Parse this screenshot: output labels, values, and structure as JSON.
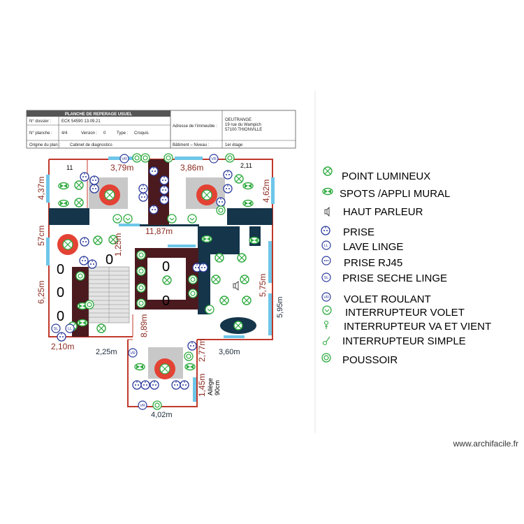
{
  "title_block": {
    "header": "PLANCHE DE REPERAGE USUEL",
    "dossier_label": "N° dossier :",
    "dossier_value": "ECK 54590  13.09.21",
    "planche_label": "N° planche :",
    "planche_value": "4/4",
    "version_label": "Version :",
    "version_value": "0",
    "type_label": "Type :",
    "type_value": "Croquis",
    "origine_label": "Origine du plan :",
    "origine_value": "Cabinet de diagnostics",
    "adresse_label": "Adresse de l'immeuble :",
    "adresse_line1": "OEUTRANGE",
    "adresse_line2": "19 rue du Wampich",
    "adresse_line3": "57100 THIONVILLE",
    "batiment_label": "Bâtiment – Niveau :",
    "batiment_value": "1er étage"
  },
  "dimensions": {
    "d1": "3,79m",
    "d2": "3,86m",
    "d3": "4,37m",
    "d4": "4,62m",
    "d5": "57cm",
    "d6": "11,87m",
    "d7": "1,25m",
    "d8": "6,25m",
    "d9": "5,75m",
    "d10": "5,95m",
    "d11": "2,10m",
    "d12": "2,25m",
    "d13": "8,89m",
    "d14": "2,77m",
    "d15": "3,60m",
    "d16": "1,45m",
    "d17": "4,02m",
    "d18": "11",
    "d19": "2,11"
  },
  "annotations": {
    "allege_label": "Allège",
    "allege_value": "90cm",
    "zero": "0"
  },
  "legend": {
    "items": [
      {
        "label": "POINT LUMINEUX",
        "icon": "point-lumineux-icon"
      },
      {
        "label": "SPOTS /APPLI MURAL",
        "icon": "spots-applique-icon"
      },
      {
        "label": "HAUT PARLEUR",
        "icon": "haut-parleur-icon"
      },
      {
        "label": "PRISE",
        "icon": "prise-icon"
      },
      {
        "label": "LAVE LINGE",
        "icon": "lave-linge-icon"
      },
      {
        "label": "PRISE RJ45",
        "icon": "prise-rj45-icon"
      },
      {
        "label": "PRISE SECHE LINGE",
        "icon": "seche-linge-icon"
      },
      {
        "label": "VOLET ROULANT",
        "icon": "volet-roulant-icon"
      },
      {
        "label": "INTERRUPTEUR VOLET",
        "icon": "interrupteur-volet-icon"
      },
      {
        "label": "INTERRUPTEUR VA ET VIENT",
        "icon": "interrupteur-va-et-vient-icon"
      },
      {
        "label": "INTERRUPTEUR SIMPLE",
        "icon": "interrupteur-simple-icon"
      },
      {
        "label": "POUSSOIR",
        "icon": "poussoir-icon"
      }
    ],
    "icon_text": {
      "lave_linge": "LL",
      "seche_linge": "SL",
      "volet": "VR"
    }
  },
  "colors": {
    "wall_red": "#c0392b",
    "wall_navy": "#14354a",
    "window_blue": "#6ec6e8",
    "brown_room": "#4a1a1f",
    "green_symbol": "#2eaa3f",
    "grey_zone": "#c8c8c8",
    "red_lamp": "#e34234"
  },
  "footer": {
    "watermark": "www.archifacile.fr"
  }
}
